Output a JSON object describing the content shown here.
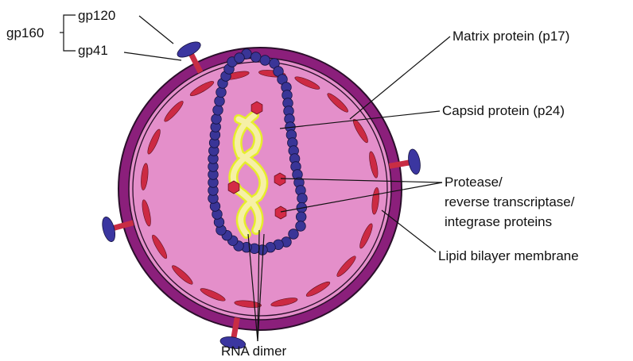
{
  "labels": {
    "gp160": "gp160",
    "gp120": "gp120",
    "gp41": "gp41",
    "matrix": "Matrix protein (p17)",
    "capsid": "Capsid protein (p24)",
    "enzymes_line1": "Protease/",
    "enzymes_line2": "reverse transcriptase/",
    "enzymes_line3": "integrase  proteins",
    "membrane": "Lipid bilayer membrane",
    "rna": "RNA dimer"
  },
  "colors": {
    "membrane": "#8b1f7b",
    "membrane_outline": "#2a0f2a",
    "inner_ring": "#a5338f",
    "matrix_fill": "#e48fca",
    "matrix_protein": "#cc2a43",
    "capsid": "#3a3597",
    "rna": "#f6f0a6",
    "rna_glow": "#e7ee2b",
    "enzyme": "#d42a46",
    "gp120": "#3b36a0",
    "gp41": "#c82d44"
  }
}
